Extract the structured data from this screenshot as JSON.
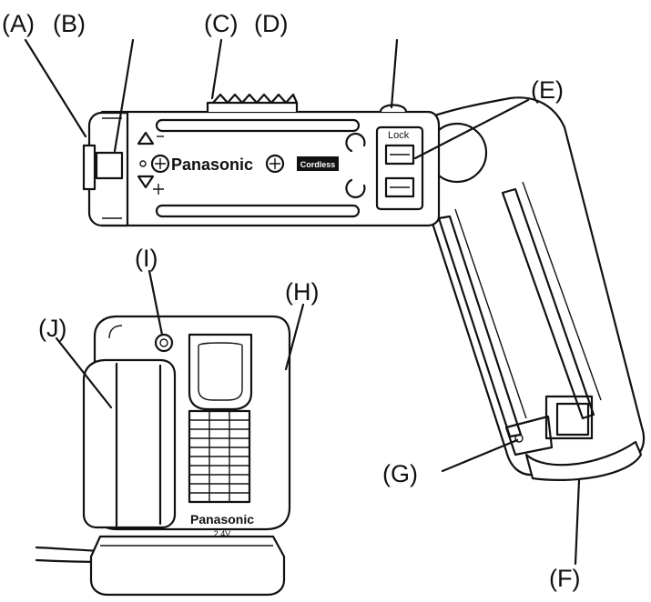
{
  "callouts": {
    "A": "(A)",
    "B": "(B)",
    "C": "(C)",
    "D": "(D)",
    "E": "(E)",
    "F": "(F)",
    "G": "(G)",
    "H": "(H)",
    "I": "(I)",
    "J": "(J)"
  },
  "driver": {
    "brand": "Panasonic",
    "badge": "Cordless",
    "lock_label": "Lock"
  },
  "charger": {
    "brand": "Panasonic",
    "voltage": "2.4V"
  }
}
